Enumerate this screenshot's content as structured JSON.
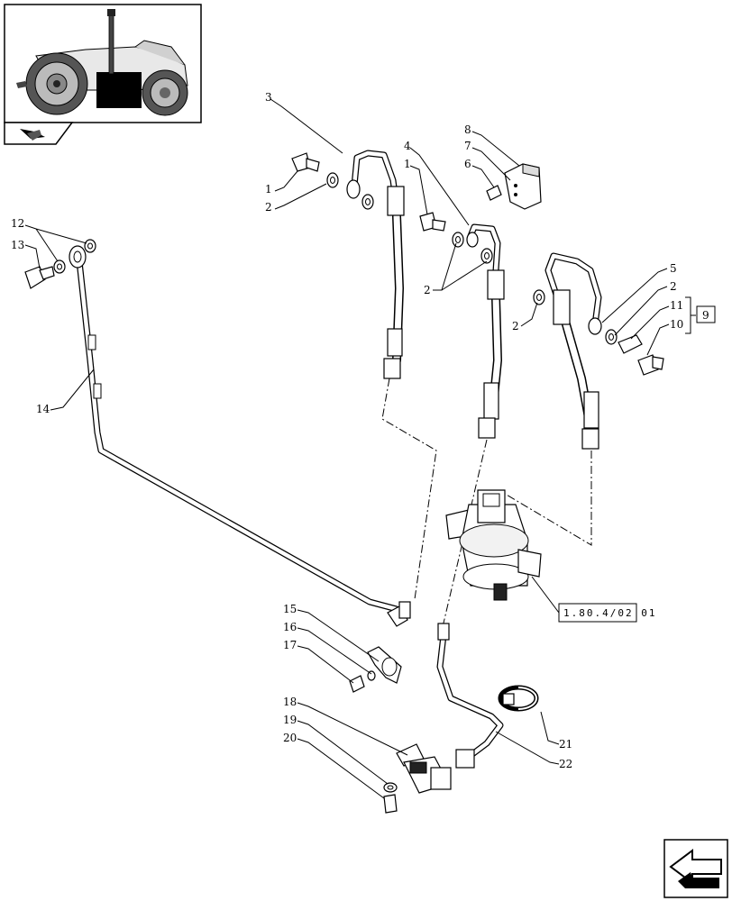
{
  "callouts": {
    "c1a": "1",
    "c2a": "2",
    "c3": "3",
    "c1b": "1",
    "c4": "4",
    "c8": "8",
    "c7": "7",
    "c6": "6",
    "c12": "12",
    "c13": "13",
    "c14": "14",
    "c2b": "2",
    "c2c": "2",
    "c5": "5",
    "c2d": "2",
    "c11": "11",
    "c10": "10",
    "c9": "9",
    "c15": "15",
    "c16": "16",
    "c17": "17",
    "c18": "18",
    "c19": "19",
    "c20": "20",
    "c21": "21",
    "c22": "22"
  },
  "reference": "1.80.4/02 01",
  "icons": {
    "thumbnail": "tractor-thumbnail",
    "section": "section-tag-icon",
    "navigation": "next-page-arrow-icon"
  }
}
